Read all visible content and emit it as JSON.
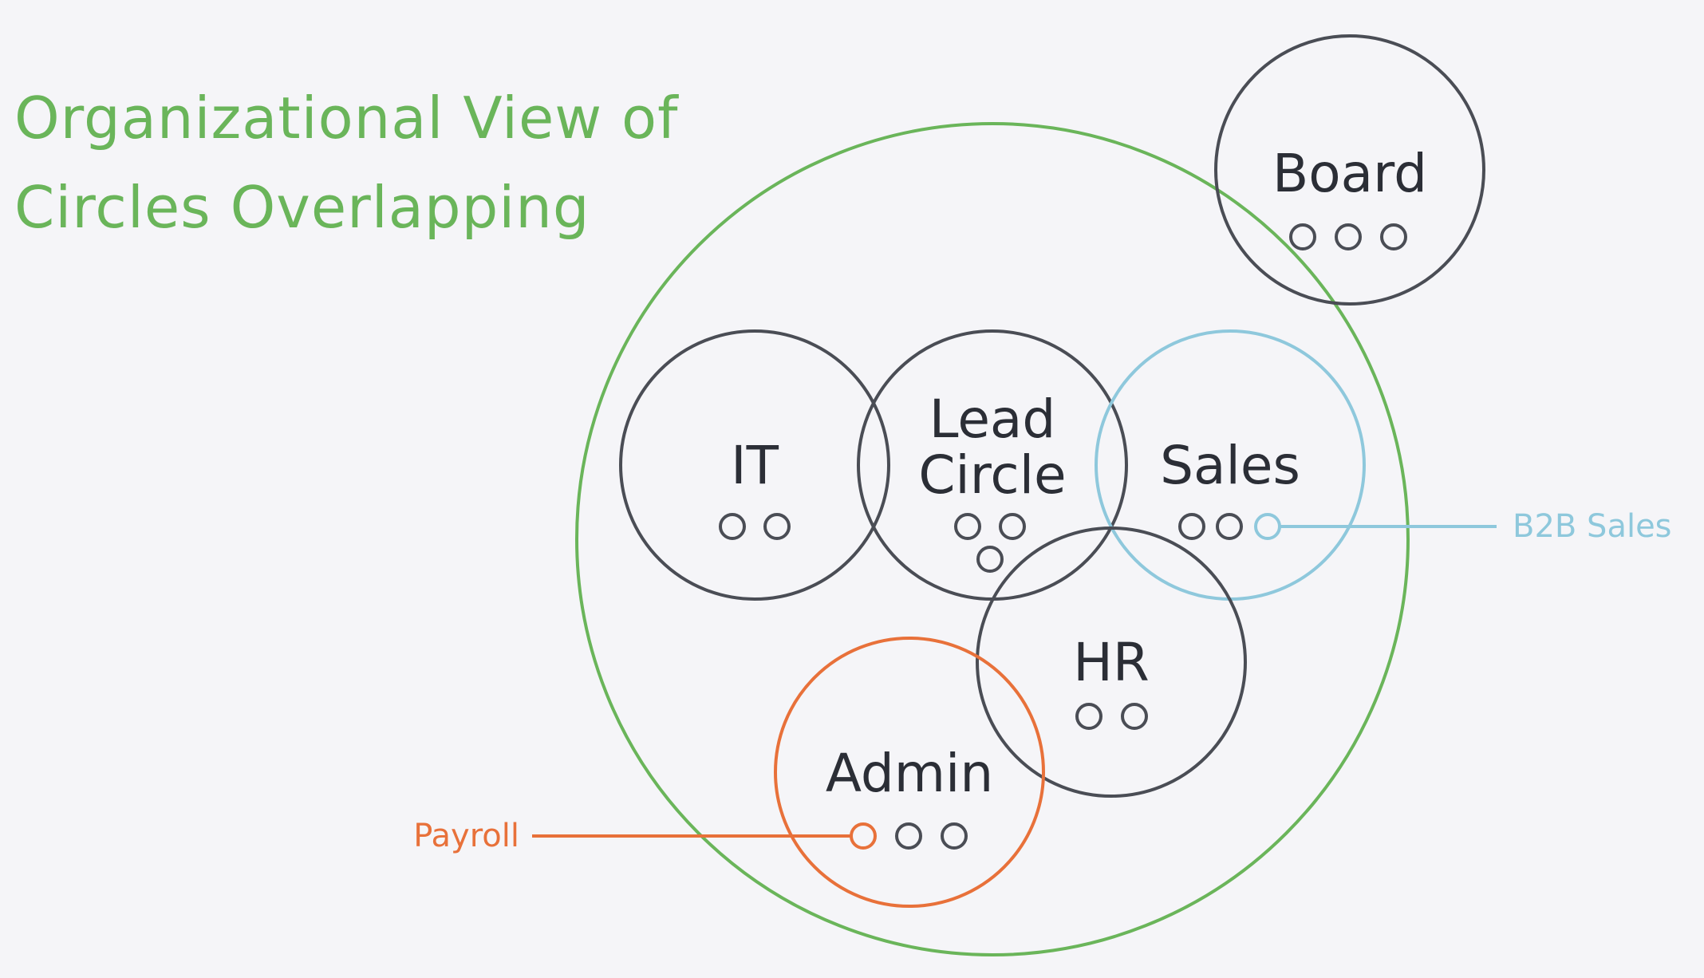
{
  "title": {
    "line1": "Organizational View of",
    "line2": "Circles Overlapping"
  },
  "colors": {
    "background": "#f5f5f8",
    "organization": "#6ab55a",
    "default": "#4a4d55",
    "sales": "#8ec8dc",
    "admin": "#e8713a"
  },
  "circles": {
    "board": {
      "label": "Board",
      "roles": 3
    },
    "it": {
      "label": "IT",
      "roles": 2
    },
    "lead": {
      "line1": "Lead",
      "line2": "Circle",
      "roles": 3
    },
    "sales": {
      "label": "Sales",
      "roles": 3
    },
    "hr": {
      "label": "HR",
      "roles": 2
    },
    "admin": {
      "label": "Admin",
      "roles": 3
    }
  },
  "callouts": {
    "b2b": "B2B Sales",
    "payroll": "Payroll"
  }
}
